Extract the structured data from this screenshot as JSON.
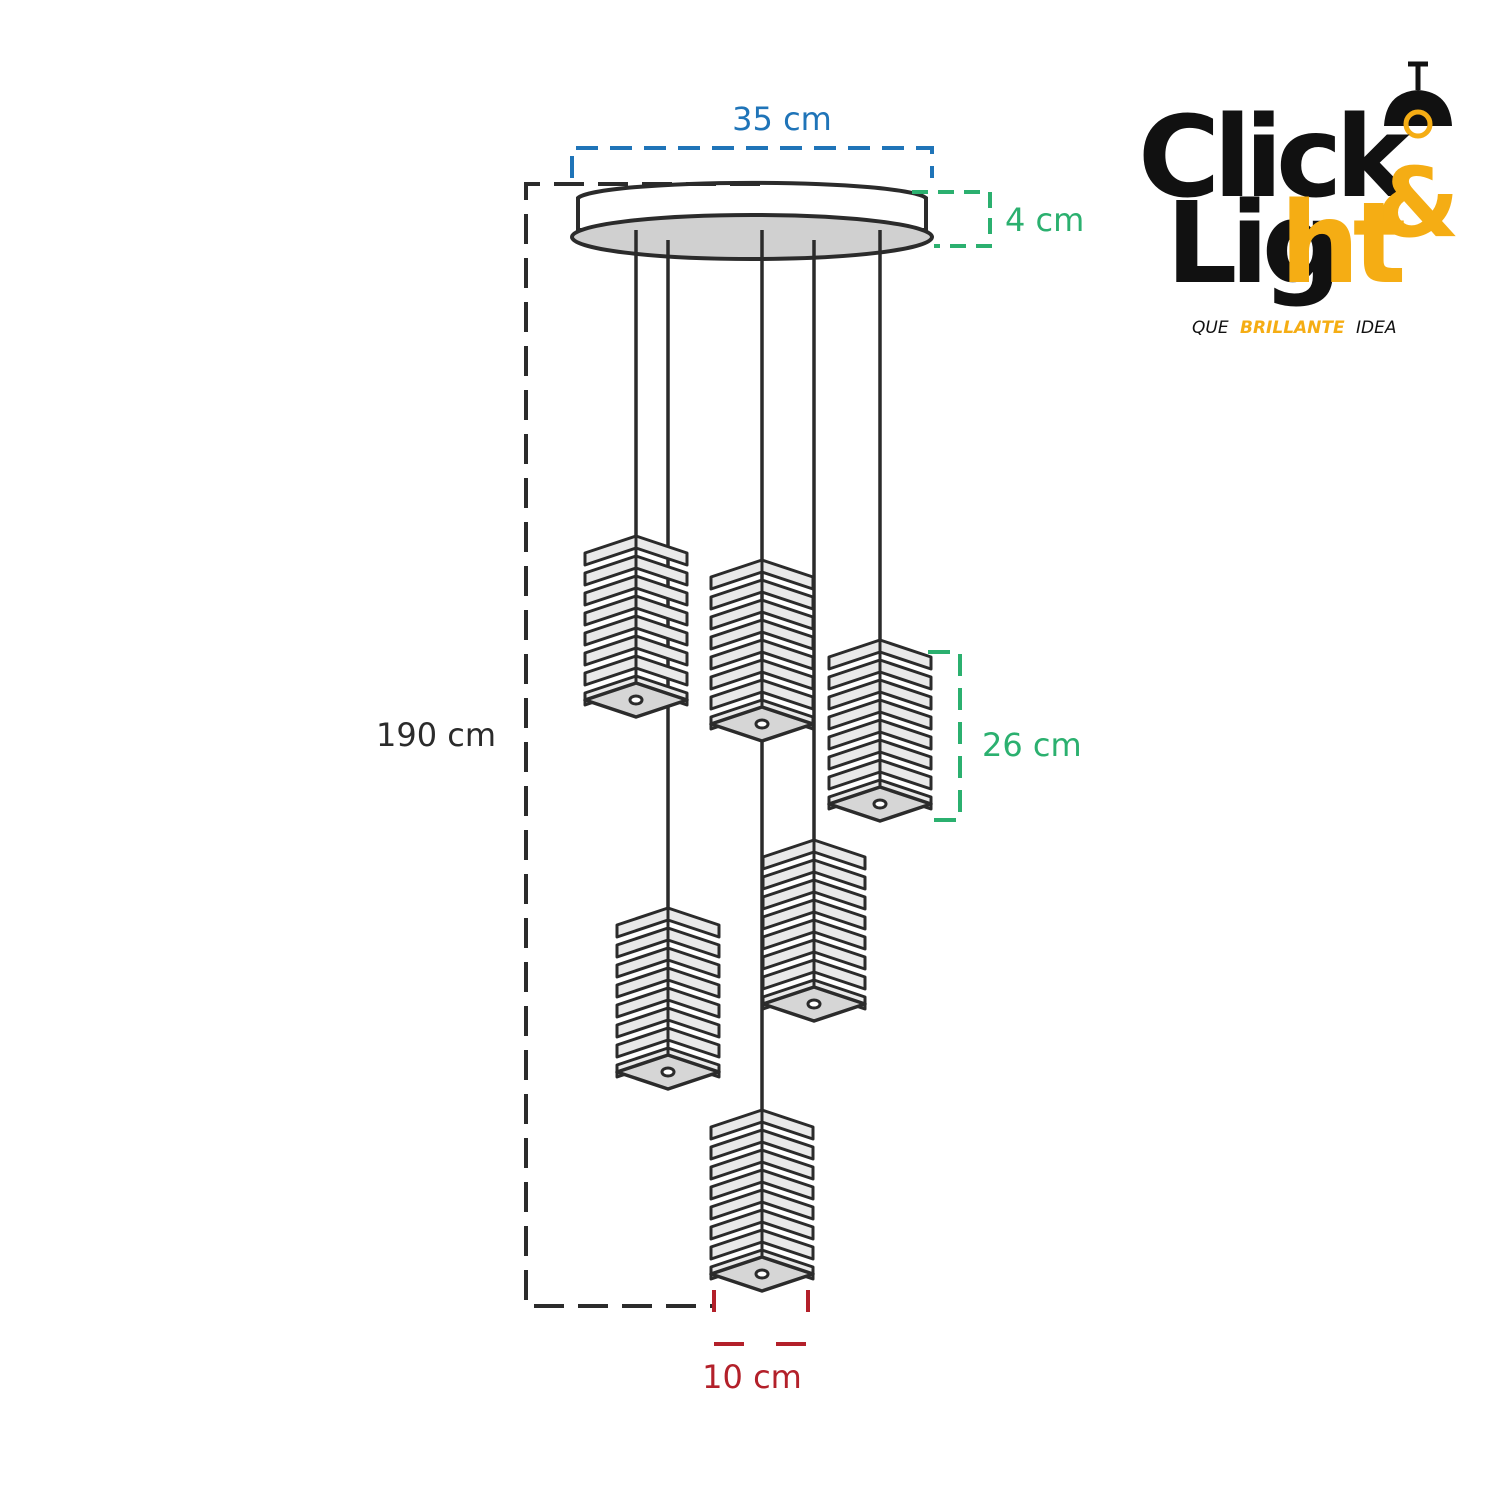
{
  "dimensions": {
    "canopy_width": "35 cm",
    "canopy_height": "4 cm",
    "total_drop": "190 cm",
    "shade_height": "26 cm",
    "shade_width": "10 cm"
  },
  "brand": {
    "word_click": "Click",
    "ampersand": "&",
    "word_lig": "Lig",
    "word_ht": "ht",
    "tagline_pre": "QUE",
    "tagline_mid": "BRILLANTE",
    "tagline_post": "IDEA"
  },
  "colors": {
    "blue": "#1f74b8",
    "green": "#2bb06f",
    "red": "#b3202a",
    "dark": "#2b2b2b",
    "brand_yellow": "#f5ad14",
    "brand_black": "#111111",
    "shade_fill": "#e9e9e9",
    "canopy_fill": "#d0d0d0"
  },
  "pendant_count": 6
}
